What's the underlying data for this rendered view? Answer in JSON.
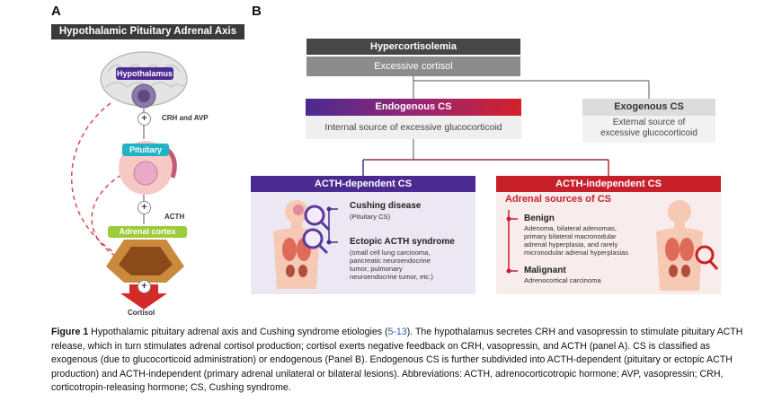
{
  "panel_a": {
    "letter": "A",
    "title": "Hypothalamic Pituitary Adrenal Axis",
    "hypothalamus_label": "Hypothalamus",
    "crh_avp_label": "CRH and AVP",
    "pituitary_label": "Pituitary",
    "acth_label": "ACTH",
    "adrenal_cortex_label": "Adrenal cortex",
    "cortisol_label": "Cortisol",
    "plus_symbol": "+"
  },
  "panel_b": {
    "letter": "B",
    "hypercortisolemia_title": "Hypercortisolemia",
    "hypercortisolemia_sub": "Excessive cortisol",
    "endogenous_title": "Endogenous CS",
    "endogenous_sub": "Internal source of excessive glucocorticoid",
    "exogenous_title": "Exogenous CS",
    "exogenous_sub_line1": "External source of",
    "exogenous_sub_line2": "excessive glucocorticoid",
    "acth_dependent": {
      "title": "ACTH-dependent CS",
      "cushing_title": "Cushing disease",
      "cushing_desc": "(Pituitary CS)",
      "ectopic_title": "Ectopic ACTH syndrome",
      "ectopic_desc_1": "(small cell lung carcinoma,",
      "ectopic_desc_2": "pancreatic neuroendocrine",
      "ectopic_desc_3": "tumor, pulmonary",
      "ectopic_desc_4": "neuroendocrine tumor, etc.)"
    },
    "acth_independent": {
      "title": "ACTH-independent CS",
      "subtitle": "Adrenal sources of CS",
      "benign_title": "Benign",
      "benign_desc_1": "Adenoma, bilateral adenomas,",
      "benign_desc_2": "primary bilateral macronodular",
      "benign_desc_3": "adrenal hyperplasia, and rarely",
      "benign_desc_4": "micronodular adrenal hyperplasias",
      "malignant_title": "Malignant",
      "malignant_desc": "Adrenocortical carcinoma"
    }
  },
  "caption": {
    "label": "Figure 1",
    "part1": "Hypothalamic pituitary adrenal axis and Cushing syndrome etiologies (",
    "ref": "5-13",
    "part2": "). The hypothalamus secretes CRH and vasopressin to stimulate pituitary ACTH release, which in turn stimulates adrenal cortisol production; cortisol exerts negative feedback on CRH, vasopressin, and ACTH (panel A). CS is classified as exogenous (due to glucocorticoid administration) or endogenous (Panel B). Endogenous CS is further subdivided into ACTH-dependent (pituitary or ectopic ACTH production) and ACTH-independent (primary adrenal unilateral or bilateral lesions). Abbreviations: ACTH, adrenocorticotropic hormone; AVP, vasopressin; CRH, corticotropin-releasing hormone; CS, Cushing syndrome."
  },
  "colors": {
    "purple": "#4b2a91",
    "red": "#c8202a",
    "teal": "#1fb3c4",
    "green": "#9ccc3a",
    "dark_gray": "#474747"
  }
}
